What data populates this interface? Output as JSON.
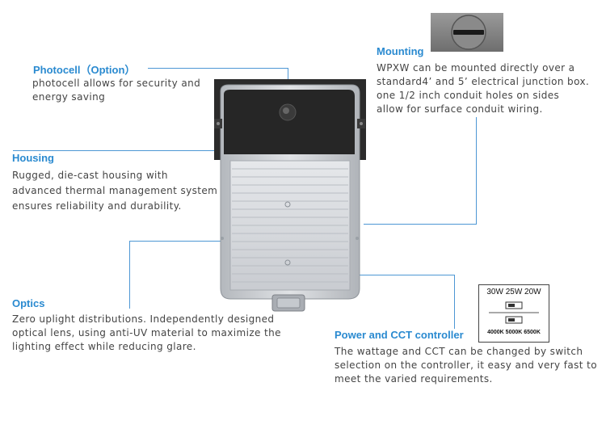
{
  "photocell": {
    "title": "Photocell（Option）",
    "lines": [
      "photocell allows for security and",
      "energy saving"
    ]
  },
  "housing": {
    "title": "Housing",
    "lines": [
      "Rugged, die-cast housing with",
      "advanced thermal management system",
      "ensures reliability and durability."
    ]
  },
  "optics": {
    "title": "Optics",
    "lines": [
      "Zero uplight distributions. Independently designed",
      "optical lens, using anti-UV material to maximize the",
      "lighting effect while reducing glare."
    ]
  },
  "mounting": {
    "title": "Mounting",
    "lines": [
      "WPXW can be mounted directly over a",
      "standard4’ and 5’ electrical junction box.",
      "one 1/2 inch conduit holes on sides",
      "allow for surface conduit wiring."
    ]
  },
  "controller": {
    "title": "Power and CCT controller",
    "lines": [
      "The wattage and CCT can be changed by switch",
      "selection on the controller, it easy and very fast to",
      "meet the varied requirements."
    ],
    "wattage_label": "30W 25W 20W",
    "cct_label": "4000K 5000K 6500K"
  },
  "colors": {
    "accent": "#2a8ad0",
    "leader_line": "#4d97d4",
    "housing": "#2b2b2b",
    "lens": "#d7dbe0"
  }
}
